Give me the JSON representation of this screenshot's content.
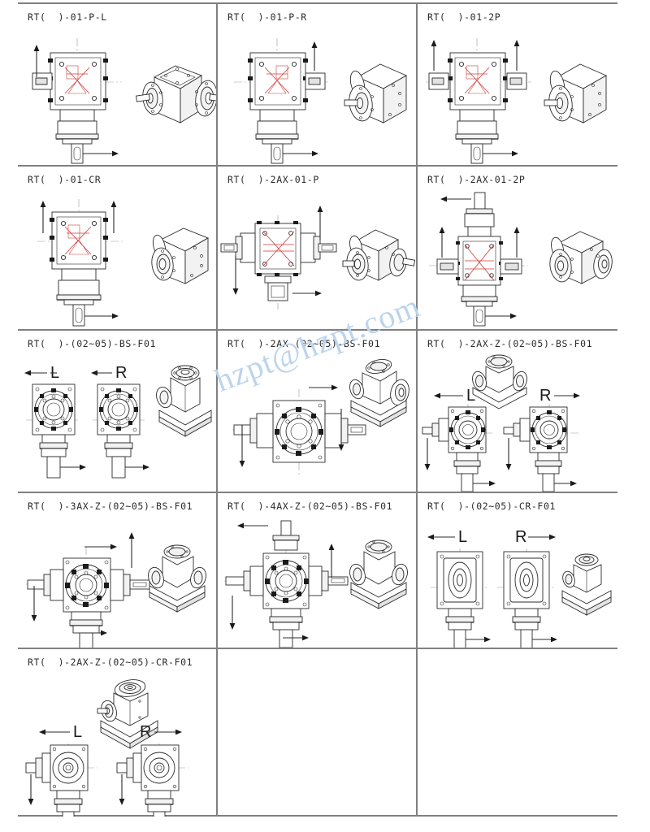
{
  "page": {
    "watermark": "hzpt@hzpt.com",
    "border_color": "#808080",
    "accent_red": "#d03a3a",
    "watermark_color": "#bcd5ec"
  },
  "rows": [
    {
      "cells": [
        {
          "label": "RT(  )-01-P-L",
          "diagram": "single-out-left",
          "direction_labels": []
        },
        {
          "label": "RT(  )-01-P-R",
          "diagram": "single-out-right",
          "direction_labels": []
        },
        {
          "label": "RT(  )-01-2P",
          "diagram": "dual-out",
          "direction_labels": []
        }
      ]
    },
    {
      "cells": [
        {
          "label": "RT(  )-01-CR",
          "diagram": "cr-single",
          "direction_labels": []
        },
        {
          "label": "RT(  )-2AX-01-P",
          "diagram": "two-axis",
          "direction_labels": []
        },
        {
          "label": "RT(  )-2AX-01-2P",
          "diagram": "two-axis-2p",
          "direction_labels": []
        }
      ]
    },
    {
      "cells": [
        {
          "label": "RT(  )-(02~05)-BS-F01",
          "diagram": "bs-flange-pair",
          "direction_labels": [
            "L",
            "R"
          ]
        },
        {
          "label": "RT(  )-2AX-(02~05)-BS-F01",
          "diagram": "bs-2ax",
          "direction_labels": []
        },
        {
          "label": "RT(  )-2AX-Z-(02~05)-BS-F01",
          "diagram": "bs-2ax-z",
          "direction_labels": [
            "L",
            "R"
          ]
        }
      ]
    },
    {
      "cells": [
        {
          "label": "RT(  )-3AX-Z-(02~05)-BS-F01",
          "diagram": "bs-3ax-z",
          "direction_labels": []
        },
        {
          "label": "RT(  )-4AX-Z-(02~05)-BS-F01",
          "diagram": "bs-4ax-z",
          "direction_labels": []
        },
        {
          "label": "RT(  )-(02~05)-CR-F01",
          "diagram": "cr-f01-pair",
          "direction_labels": [
            "L",
            "R"
          ]
        }
      ]
    },
    {
      "cells": [
        {
          "label": "RT(  )-2AX-Z-(02~05)-CR-F01",
          "diagram": "cr-f01-2ax-z",
          "direction_labels": [
            "L",
            "R"
          ]
        },
        {
          "label": "",
          "diagram": "empty",
          "direction_labels": []
        },
        {
          "label": "",
          "diagram": "empty",
          "direction_labels": []
        }
      ]
    }
  ]
}
